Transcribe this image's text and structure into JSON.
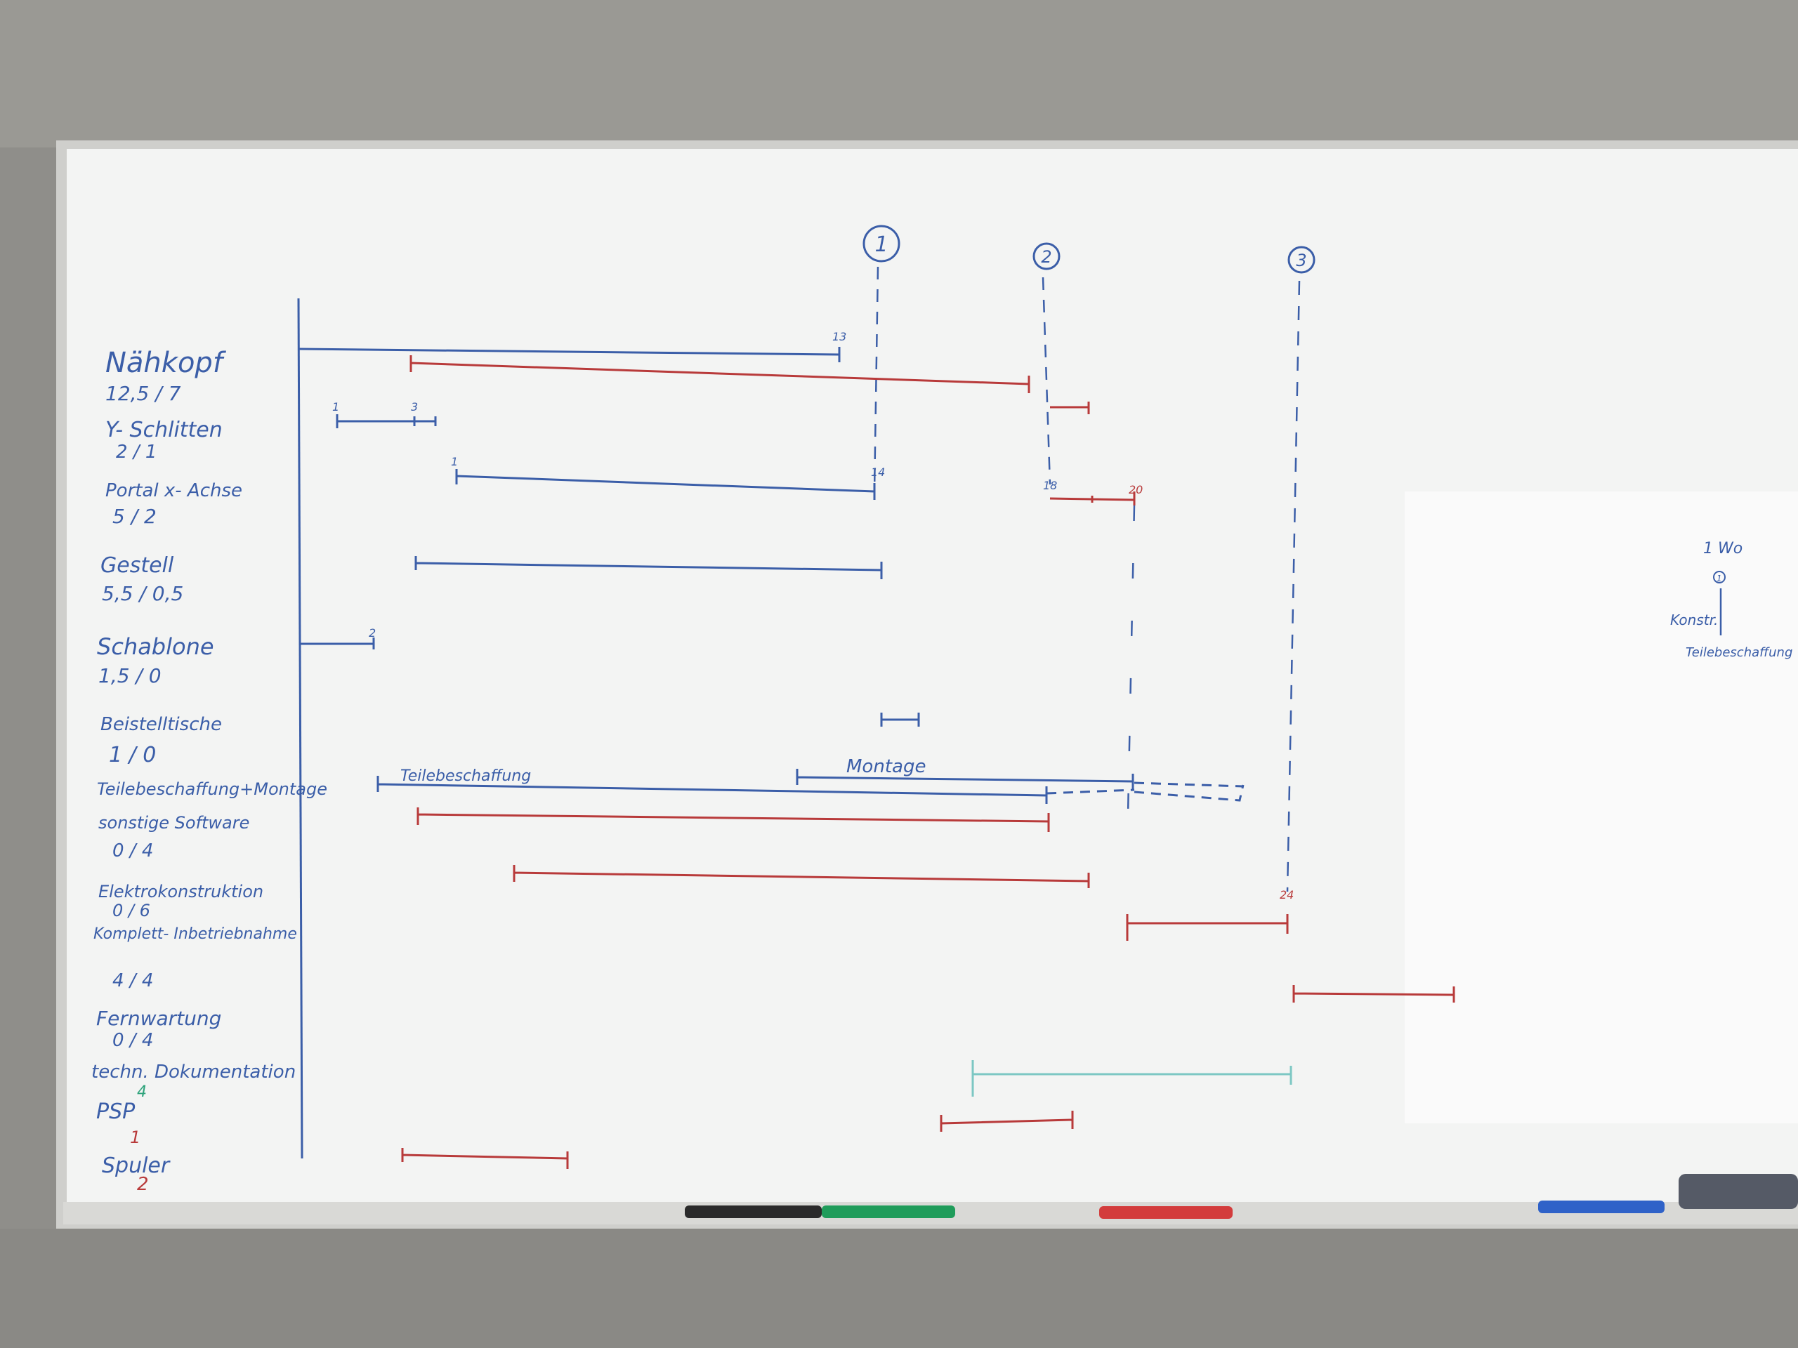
{
  "colors": {
    "wall": "#8d8c88",
    "board": "#f3f4f3",
    "frame": "#c9c9c7",
    "blue": "#3b5ea8",
    "red": "#b83a3a",
    "teal": "#7cc7c3"
  },
  "milestones": [
    {
      "label": "1"
    },
    {
      "label": "2"
    },
    {
      "label": "3"
    }
  ],
  "rows": [
    {
      "name": "Nähkopf",
      "numbers": "12,5 / 7"
    },
    {
      "name": "Y- Schlitten",
      "numbers": "2 / 1"
    },
    {
      "name": "Portal x- Achse",
      "numbers": "5 / 2"
    },
    {
      "name": "Gestell",
      "numbers": "5,5 / 0,5"
    },
    {
      "name": "Schablone",
      "numbers": "1,5 / 0"
    },
    {
      "name": "Beistelltische",
      "numbers": "1 / 0"
    },
    {
      "name": "Teilebeschaffung+Montage",
      "numbers": ""
    },
    {
      "name": "sonstige Software",
      "numbers": "0 / 4"
    },
    {
      "name": "Elektrokonstruktion",
      "numbers": "0 / 6"
    },
    {
      "name": "Komplett- Inbetriebnahme",
      "numbers": "4 / 4"
    },
    {
      "name": "Fernwartung",
      "numbers": "0 / 4"
    },
    {
      "name": "techn. Dokumentation",
      "numbers": "4"
    },
    {
      "name": "PSP",
      "numbers": "1"
    },
    {
      "name": "Spuler",
      "numbers": "2"
    }
  ],
  "bar_labels": {
    "teile": "Teilebeschaffung",
    "montage": "Montage"
  },
  "tick_labels": [
    "13",
    "1",
    "3",
    "1",
    "14",
    "18",
    "20",
    "2",
    "24"
  ],
  "side_note": {
    "title": "1 Wo",
    "mark": "1",
    "line1": "Konstr.",
    "line2": "Teilebeschaffung"
  }
}
